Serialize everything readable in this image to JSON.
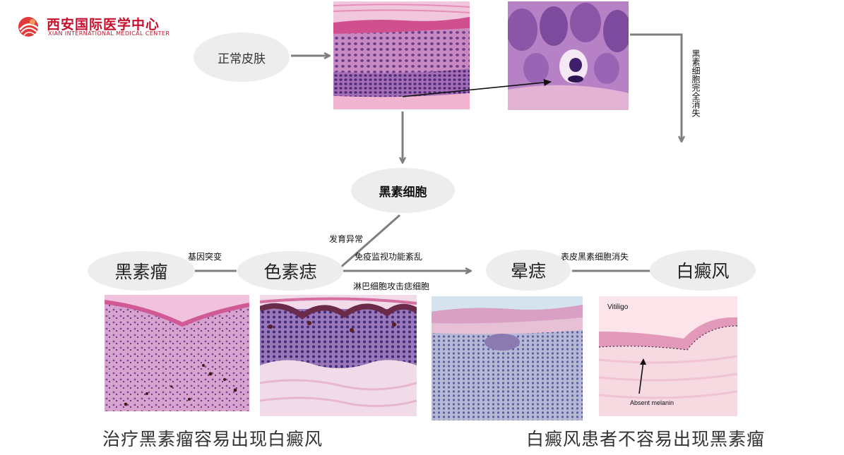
{
  "logo": {
    "name_cn": "西安国际医学中心",
    "name_en": "XIAN INTERNATIONAL MEDICAL CENTER",
    "brand_color": "#c8102e"
  },
  "nodes": {
    "normal_skin": "正常皮肤",
    "melanocyte": "黑素细胞",
    "melanoma": "黑素瘤",
    "nevus": "色素痣",
    "halo_nevus": "晕痣",
    "vitiligo": "白癜风"
  },
  "edge_labels": {
    "melanocyte_disappear": "黑素细胞完全消失",
    "dysplasia": "发育异常",
    "immune_disorder": "免疫监视功能紊乱",
    "gene_mutation": "基因突变",
    "lymphocyte_attack": "淋巴细胞攻击痣细胞",
    "epidermal_melanocyte_loss": "表皮黑素细胞消失"
  },
  "images": {
    "vitiligo_title": "Vitiligo",
    "vitiligo_annotation": "Absent melanin"
  },
  "captions": {
    "left": "治疗黑素瘤容易出现白癜风",
    "right": "白癜风患者不容易出现黑素瘤"
  },
  "colors": {
    "arrow": "#7f7f7f",
    "ellipse_fill": "#ededed",
    "he_pink": "#e8a7c8",
    "he_purple": "#8a5aa8"
  }
}
